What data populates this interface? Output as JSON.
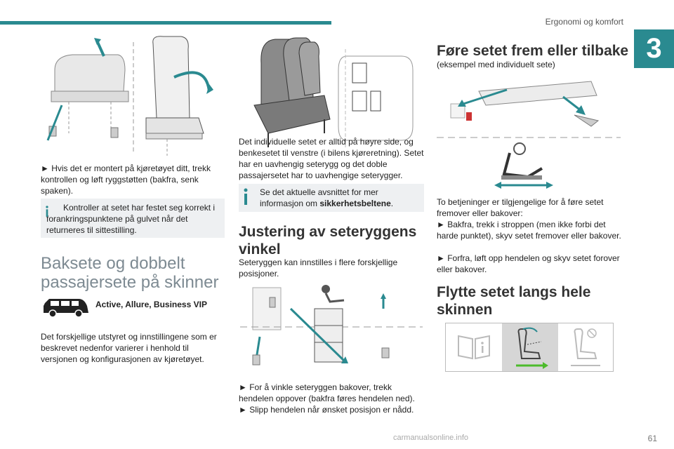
{
  "header": {
    "section_title": "Ergonomi og komfort",
    "chapter_number": "3"
  },
  "col1": {
    "bullet_text": "► Hvis det er montert på kjøretøyet ditt, trekk kontrollen og løft ryggstøtten (bakfra, senk spaken).",
    "note_text": "Kontroller at setet har festet seg korrekt i forankringspunktene på gulvet når det returneres til sittestilling.",
    "heading": "Baksete og dobbelt passajersete på skinner",
    "versions": "Active, Allure, Business VIP",
    "body": "Det forskjellige utstyret og innstillingene som er beskrevet nedenfor varierer i henhold til versjonen og konfigurasjonen av kjøretøyet."
  },
  "col2": {
    "body": "Det individuelle setet er alltid på høyre side, og benkesetet til venstre (i bilens kjøreretning). Setet har en uavhengig seterygg og det doble passajersetet har to uavhengige seterygger.",
    "note_prefix": "Se det aktuelle avsnittet for mer informasjon om ",
    "note_bold": "sikkerhetsbeltene",
    "note_suffix": ".",
    "heading": "Justering av seteryggens vinkel",
    "intro": "Seteryggen kan innstilles i flere forskjellige posisjoner.",
    "step1": "► For å vinkle seteryggen bakover, trekk hendelen oppover (bakfra føres hendelen ned).",
    "step2": "► Slipp hendelen når ønsket posisjon er nådd."
  },
  "col3": {
    "heading1": "Føre setet frem eller tilbake",
    "subtitle": "(eksempel med individuelt sete)",
    "body1": "To betjeninger er tilgjengelige for å føre setet fremover eller bakover:",
    "bullet1": "► Bakfra, trekk i stroppen (men ikke forbi det harde punktet), skyv setet fremover eller bakover.",
    "bullet2": "► Forfra, løft opp hendelen og skyv setet forover eller bakover.",
    "heading2": "Flytte setet langs hele skinnen"
  },
  "footer": {
    "page_number": "61",
    "watermark": "carmanualsonline.info"
  },
  "colors": {
    "accent": "#2a8a90",
    "note_bg": "#eef0f2",
    "heading_grey": "#7d8a92",
    "green_arrow": "#4cbb2b"
  }
}
